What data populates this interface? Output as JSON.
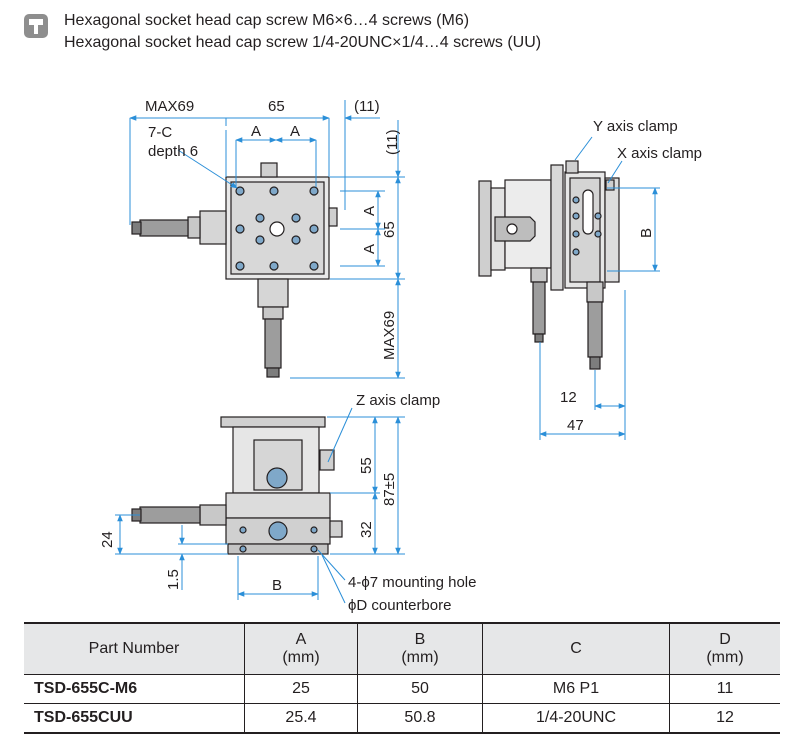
{
  "legend": {
    "icon": "screw-icon",
    "line1": "Hexagonal socket head cap screw M6×6…4 screws (M6)",
    "line2": "Hexagonal socket head cap screw 1/4-20UNC×1/4…4 screws (UU)"
  },
  "drawing": {
    "top_view": {
      "max69_top": "MAX69",
      "dim_65_top": "65",
      "dim_11_top": "(11)",
      "dim_11_side": "(11)",
      "hole_note_line1": "7-C",
      "hole_note_line2": "depth 6",
      "dim_a1": "A",
      "dim_a2": "A",
      "dim_a_right1": "A",
      "dim_a_right2": "A",
      "dim_65_right": "65",
      "max69_right": "MAX69"
    },
    "side_view": {
      "y_axis_clamp": "Y axis clamp",
      "x_axis_clamp": "X axis clamp",
      "dim_b": "B",
      "dim_12": "12",
      "dim_47": "47"
    },
    "front_view": {
      "z_axis_clamp": "Z axis clamp",
      "dim_55": "55",
      "dim_87": "87±5",
      "dim_32": "32",
      "dim_24": "24",
      "dim_1_5": "1.5",
      "dim_b": "B",
      "mounting_hole": "4-ϕ7 mounting hole",
      "counterbore": "ϕD counterbore"
    }
  },
  "table": {
    "headers": [
      {
        "label": "Part Number",
        "unit": ""
      },
      {
        "label": "A",
        "unit": "(mm)"
      },
      {
        "label": "B",
        "unit": "(mm)"
      },
      {
        "label": "C",
        "unit": ""
      },
      {
        "label": "D",
        "unit": "(mm)"
      }
    ],
    "rows": [
      {
        "part": "TSD-655C-M6",
        "a": "25",
        "b": "50",
        "c": "M6 P1",
        "d": "11"
      },
      {
        "part": "TSD-655CUU",
        "a": "25.4",
        "b": "50.8",
        "c": "1/4-20UNC",
        "d": "12"
      }
    ]
  }
}
